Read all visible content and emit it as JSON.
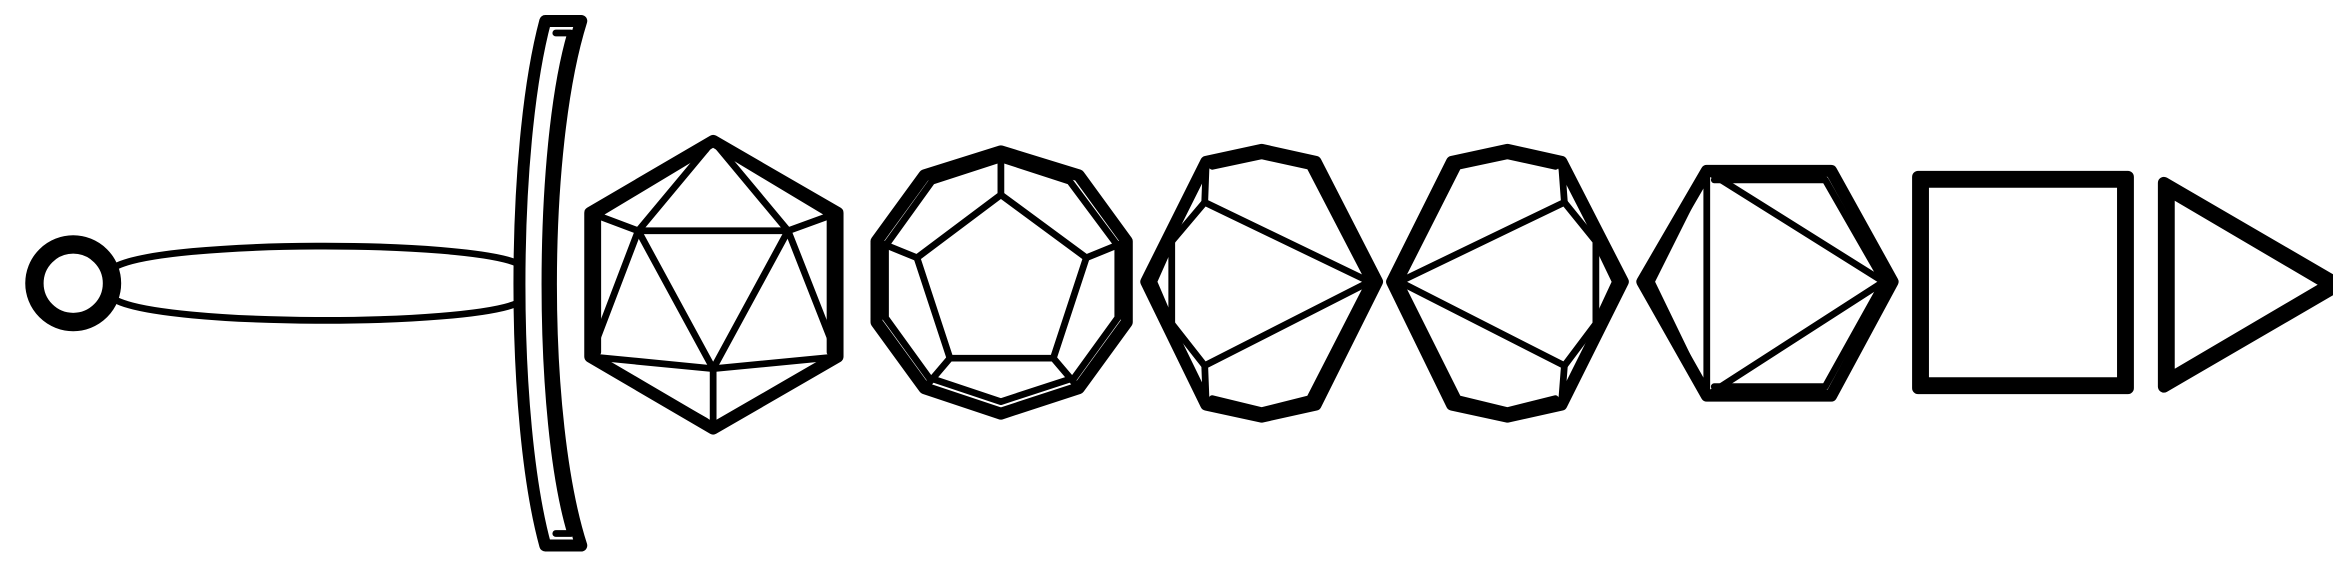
{
  "figure": {
    "description_free": true,
    "colors": {
      "stroke": "#000000",
      "background": "#ffffff"
    },
    "parts": [
      "pommel",
      "grip",
      "crossguard",
      "icosahedron",
      "dodecahedron",
      "octagon-section-a",
      "octagon-section-b",
      "hexagon-section",
      "square",
      "triangle-tip"
    ]
  }
}
